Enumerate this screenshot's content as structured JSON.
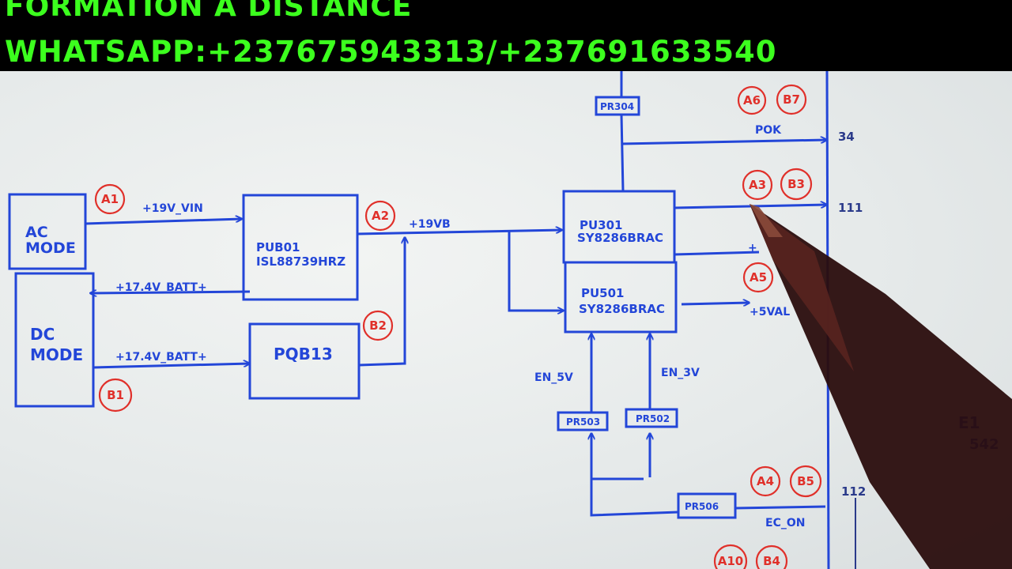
{
  "banner": {
    "line1": "FORMATION A DISTANCE",
    "line2": "WHATSAPP:+237675943313/+237691633540"
  },
  "blocks": {
    "ac_mode": [
      "AC",
      "MODE"
    ],
    "dc_mode": [
      "DC",
      "MODE"
    ],
    "pub01": [
      "PUB01",
      "ISL88739HRZ"
    ],
    "pqb13": "PQB13",
    "pu301": [
      "PU301",
      "SY8286BRAC"
    ],
    "pu501": [
      "PU501",
      "SY8286BRAC"
    ],
    "pr304": "PR304",
    "pr503": "PR503",
    "pr502": "PR502",
    "pr506": "PR506"
  },
  "signals": {
    "vin": "+19V_VIN",
    "vb": "+19VB",
    "batt_top": "+17.4V_BATT+",
    "batt_bottom": "+17.4V_BATT+",
    "pok": "POK",
    "en_5v": "EN_5V",
    "en_3v": "EN_3V",
    "valw": "+5VAL",
    "ec_on": "EC_ON",
    "partial_plus": "+",
    "partial_e1": "E1",
    "partial_542": "542"
  },
  "pins": {
    "p34": "34",
    "p111": "111",
    "p112": "112"
  },
  "markers": {
    "a1": "A1",
    "a2": "A2",
    "a3": "A3",
    "a4": "A4",
    "a5": "A5",
    "a6": "A6",
    "a10": "A10",
    "b1": "B1",
    "b2": "B2",
    "b3": "B3",
    "b4": "B4",
    "b5": "B5",
    "b7": "B7"
  },
  "colors": {
    "ink": "#2346d8",
    "marker": "#e0302a",
    "banner_text": "#3cff1e"
  }
}
